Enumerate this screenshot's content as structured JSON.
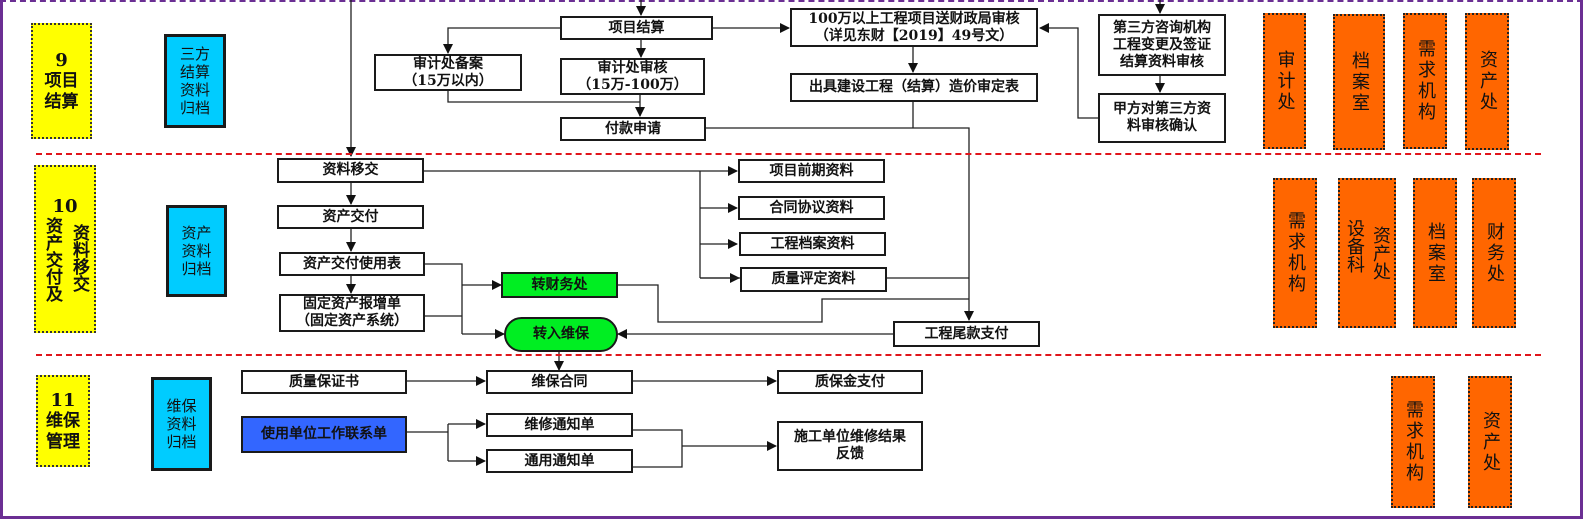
{
  "colors": {
    "frame": "#6b2f93",
    "separator": "#e0141b",
    "stage": "#ffff00",
    "archive": "#00ccff",
    "department": "#ff6600",
    "highlight_green": "#00ee22",
    "highlight_blue": "#3366ff"
  },
  "section9": {
    "stage": {
      "number": "9",
      "label": "项目结算"
    },
    "archive": "三方\n结算\n资料\n归档",
    "nodes": {
      "project_settlement": "项目结算",
      "audit_filing": "审计处备案\n（15万以内）",
      "audit_review": "审计处审核\n（15万-100万）",
      "payment_request": "付款申请",
      "finance_bureau_review": "100万以上工程项目送财政局审核\n（详见东财【2019】49号文）",
      "cost_approval_form": "出具建设工程（结算）造价审定表",
      "third_party_review": "第三方咨询机构\n工程变更及签证\n结算资料审核",
      "party_a_confirm": "甲方对第三方资\n料审核确认"
    },
    "departments": [
      "审计处",
      "档案室",
      "需求机构",
      "资产处"
    ]
  },
  "section10": {
    "stage": {
      "number": "10",
      "col1": "资产交付及",
      "col2": "资料移交"
    },
    "archive": "资产\n资料\n归档",
    "nodes": {
      "material_transfer": "资料移交",
      "asset_delivery": "资产交付",
      "asset_delivery_form": "资产交付使用表",
      "fixed_asset_form": "固定资产报增单\n（固定资产系统）",
      "to_finance": "转财务处",
      "to_maintenance": "转入维保",
      "preliminary_docs": "项目前期资料",
      "contract_docs": "合同协议资料",
      "engineering_archive": "工程档案资料",
      "quality_docs": "质量评定资料",
      "final_payment": "工程尾款支付"
    },
    "departments": [
      {
        "label": "需求机构"
      },
      {
        "col1": "资产处",
        "col2": "设备科"
      },
      {
        "label": "档案室"
      },
      {
        "label": "财务处"
      }
    ]
  },
  "section11": {
    "stage": {
      "number": "11",
      "label": "维保管理"
    },
    "archive": "维保\n资料\n归档",
    "nodes": {
      "quality_guarantee": "质量保证书",
      "user_work_contact": "使用单位工作联系单",
      "maintenance_contract": "维保合同",
      "repair_notice": "维修通知单",
      "general_notice": "通用通知单",
      "retention_payment": "质保金支付",
      "repair_feedback": "施工单位维修结果\n反馈"
    },
    "departments": [
      "需求机构",
      "资产处"
    ]
  }
}
